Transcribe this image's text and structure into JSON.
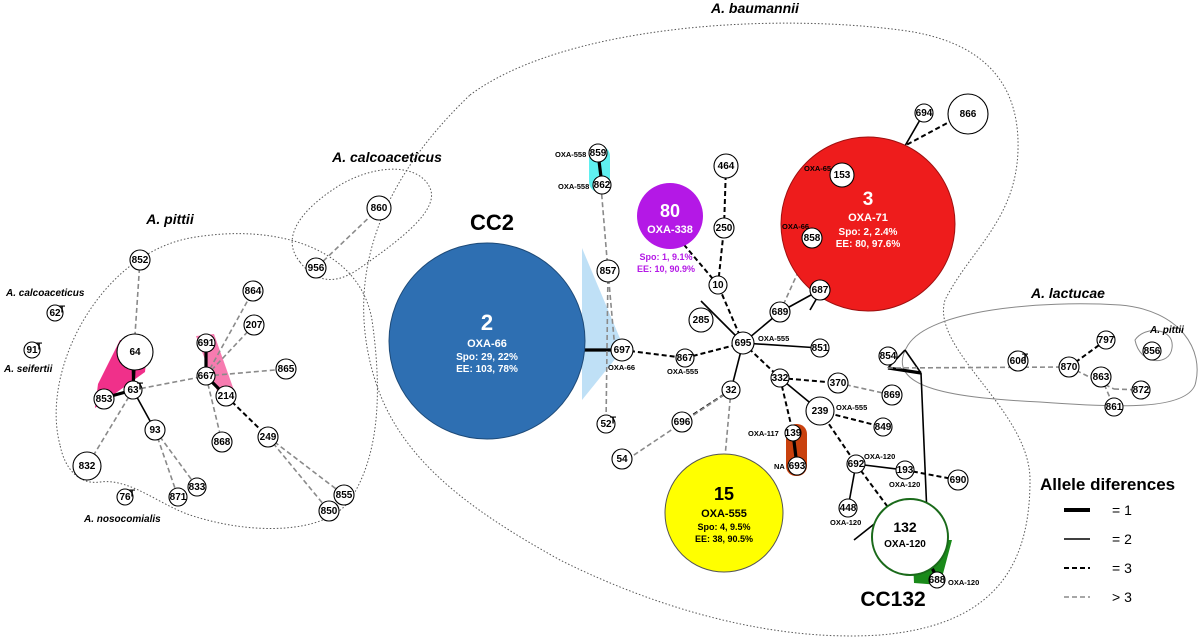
{
  "species": {
    "baumannii": "A. baumannii",
    "calcoaceticus": "A. calcoaceticus",
    "pittii": "A. pittii",
    "lactucae": "A. lactucae",
    "calcoaceticus_small": "A. calcoaceticus",
    "seifertii": "A. seifertii",
    "nosocomialis": "A. nosocomialis",
    "pittii_small": "A. pittii"
  },
  "complexes": {
    "cc2": "CC2",
    "cc132": "CC132"
  },
  "big_nodes": {
    "st2": {
      "id": "2",
      "oxa": "OXA-66",
      "spo": "Spo: 29, 22%",
      "ee": "EE: 103, 78%",
      "color": "#2e6fb2"
    },
    "st3": {
      "id": "3",
      "oxa": "OXA-71",
      "spo": "Spo: 2, 2.4%",
      "ee": "EE: 80, 97.6%",
      "color": "#ee1c1c"
    },
    "st80": {
      "id": "80",
      "oxa": "OXA-338",
      "spo": "Spo: 1, 9.1%",
      "ee": "EE: 10, 90.9%",
      "color": "#b418e6"
    },
    "st15": {
      "id": "15",
      "oxa": "OXA-555",
      "spo": "Spo: 4, 9.5%",
      "ee": "EE: 38, 90.5%",
      "color": "#ffff00"
    },
    "st132": {
      "id": "132",
      "oxa": "OXA-120"
    }
  },
  "nodes": {
    "n859": "859",
    "n862": "862",
    "n857": "857",
    "n52": "52",
    "n464": "464",
    "n250": "250",
    "n10": "10",
    "n153": "153",
    "n858": "858",
    "n689": "689",
    "n687": "687",
    "n694": "694",
    "n866": "866",
    "n285": "285",
    "n695": "695",
    "n697": "697",
    "n867": "867",
    "n851": "851",
    "n32": "32",
    "n696": "696",
    "n54": "54",
    "n332": "332",
    "n370": "370",
    "n869": "869",
    "n239": "239",
    "n849": "849",
    "n139": "139",
    "n693": "693",
    "n692": "692",
    "n193": "193",
    "n690": "690",
    "n448": "448",
    "n688": "688",
    "n860": "860",
    "n956": "956",
    "n852": "852",
    "n64": "64",
    "n63": "63",
    "n853": "853",
    "n93": "93",
    "n832": "832",
    "n871": "871",
    "n833": "833",
    "n691": "691",
    "n667": "667",
    "n214": "214",
    "n864": "864",
    "n207": "207",
    "n865": "865",
    "n868": "868",
    "n249": "249",
    "n855": "855",
    "n850": "850",
    "n62": "62",
    "n91": "91",
    "n76": "76",
    "n854": "854",
    "n606": "606",
    "n797": "797",
    "n870": "870",
    "n863": "863",
    "n872": "872",
    "n861": "861",
    "n856": "856"
  },
  "superscript": {
    "t": "T"
  },
  "tags": {
    "oxa558a": "OXA-558",
    "oxa558b": "OXA-558",
    "oxa66": "OXA-66",
    "oxa555a": "OXA-555",
    "oxa555b": "OXA-555",
    "oxa555c": "OXA-555",
    "oxa117": "OXA-117",
    "na": "NA",
    "oxa120a": "OXA-120",
    "oxa120b": "OXA-120",
    "oxa120c": "OXA-120",
    "oxa120d": "OXA-120",
    "oxa65": "OXA-65",
    "oxa66b": "OXA-66"
  },
  "legend": {
    "title": "Allele diferences",
    "items": [
      {
        "label": "= 1"
      },
      {
        "label": "= 2"
      },
      {
        "label": "= 3"
      },
      {
        "label": "> 3"
      }
    ]
  }
}
